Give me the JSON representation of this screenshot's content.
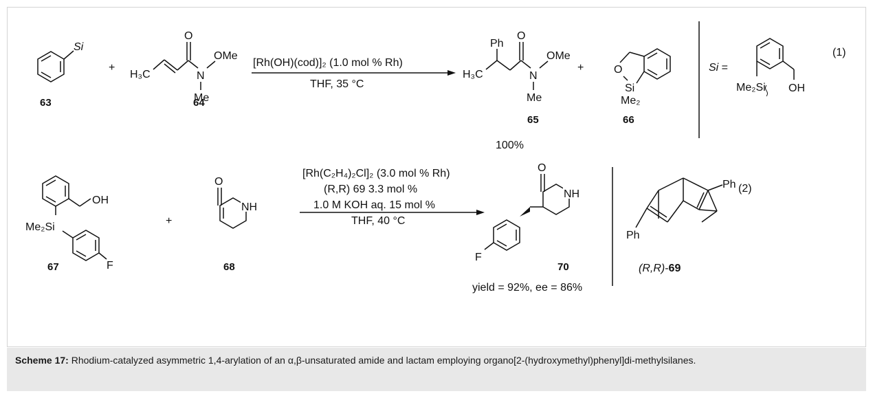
{
  "reaction1": {
    "number": "(1)",
    "labels": {
      "c63": "63",
      "c64": "64",
      "c65": "65",
      "c66": "66"
    },
    "conditions": {
      "above": "[Rh(OH)(cod)]₂ (1.0 mol % Rh)",
      "below": "THF, 35 °C"
    },
    "plus": "+",
    "yield": "100%",
    "si_def": "Si ="
  },
  "reaction2": {
    "number": "(2)",
    "labels": {
      "c67": "67",
      "c68": "68",
      "c70": "70",
      "c69": "(R,R)-69"
    },
    "conditions": {
      "line1": "[Rh(C₂H₄)₂Cl]₂ (3.0 mol % Rh)",
      "line2": "(R,R) 69 3.3 mol %",
      "line3": "1.0 M KOH aq. 15 mol %",
      "line4": "THF, 40 °C"
    },
    "plus": "+",
    "yield": "yield = 92%, ee = 86%"
  },
  "atoms": {
    "Si": "Si",
    "O": "O",
    "OMe": "OMe",
    "Me": "Me",
    "H3C": "H₃C",
    "Ph": "Ph",
    "Me2": "Me₂",
    "Me2Si": "Me₂Si",
    "OH": "OH",
    "NH": "NH",
    "F": "F"
  },
  "caption": {
    "label": "Scheme 17:",
    "text": " Rhodium-catalyzed asymmetric 1,4-arylation of an α,β-unsaturated amide and lactam employing organo[2-(hydroxymethyl)phenyl]di-methylsilanes."
  }
}
